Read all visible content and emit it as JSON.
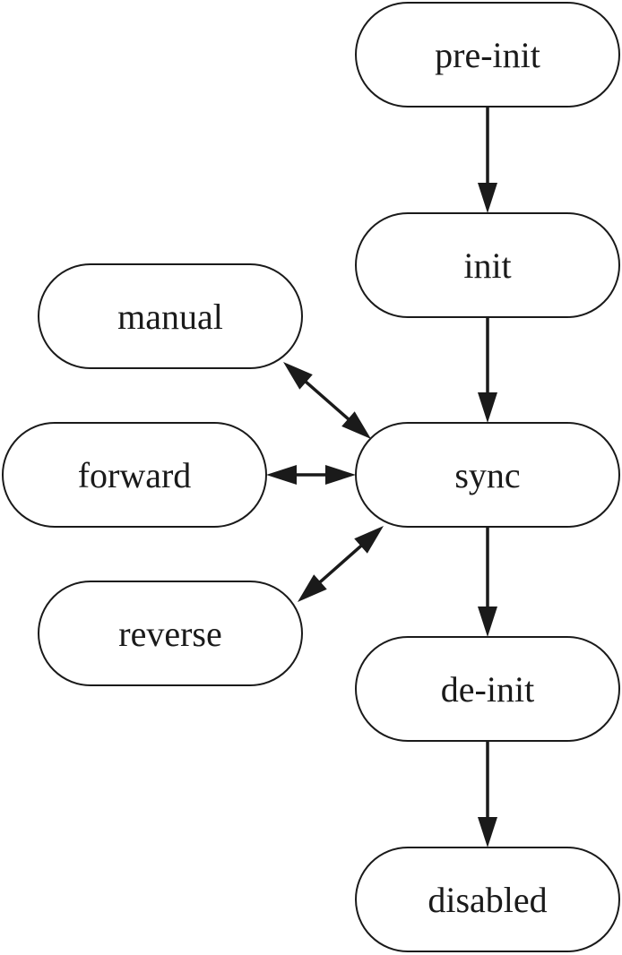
{
  "diagram": {
    "nodes": [
      {
        "id": "pre-init",
        "label": "pre-init"
      },
      {
        "id": "init",
        "label": "init"
      },
      {
        "id": "manual",
        "label": "manual"
      },
      {
        "id": "forward",
        "label": "forward"
      },
      {
        "id": "sync",
        "label": "sync"
      },
      {
        "id": "reverse",
        "label": "reverse"
      },
      {
        "id": "de-init",
        "label": "de-init"
      },
      {
        "id": "disabled",
        "label": "disabled"
      }
    ],
    "edges": [
      {
        "from": "pre-init",
        "to": "init",
        "bidirectional": false
      },
      {
        "from": "init",
        "to": "sync",
        "bidirectional": false
      },
      {
        "from": "manual",
        "to": "sync",
        "bidirectional": true
      },
      {
        "from": "forward",
        "to": "sync",
        "bidirectional": true
      },
      {
        "from": "reverse",
        "to": "sync",
        "bidirectional": true
      },
      {
        "from": "sync",
        "to": "de-init",
        "bidirectional": false
      },
      {
        "from": "de-init",
        "to": "disabled",
        "bidirectional": false
      }
    ],
    "colors": {
      "stroke": "#1a1a1a",
      "fill": "#ffffff",
      "background": "#ffffff"
    }
  }
}
